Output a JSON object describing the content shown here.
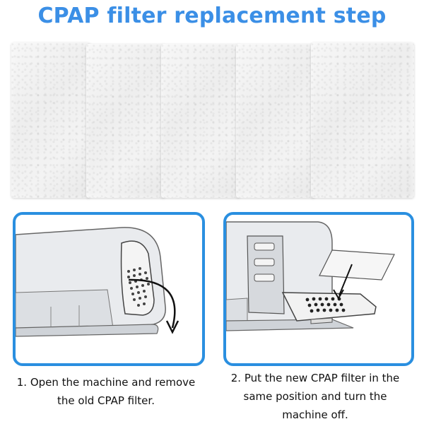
{
  "title": "CPAP filter replacement step",
  "filters": {
    "count": 5,
    "color": "#f2f2f2"
  },
  "steps": [
    {
      "line1": "1. Open the machine and remove",
      "line2": "the old CPAP filter.",
      "line3": ""
    },
    {
      "line1": "2. Put the new CPAP filter in the",
      "line2": "same position and turn the",
      "line3": "machine off."
    }
  ],
  "colors": {
    "title": "#3b8fe6",
    "panel_border": "#2a8fe0"
  }
}
